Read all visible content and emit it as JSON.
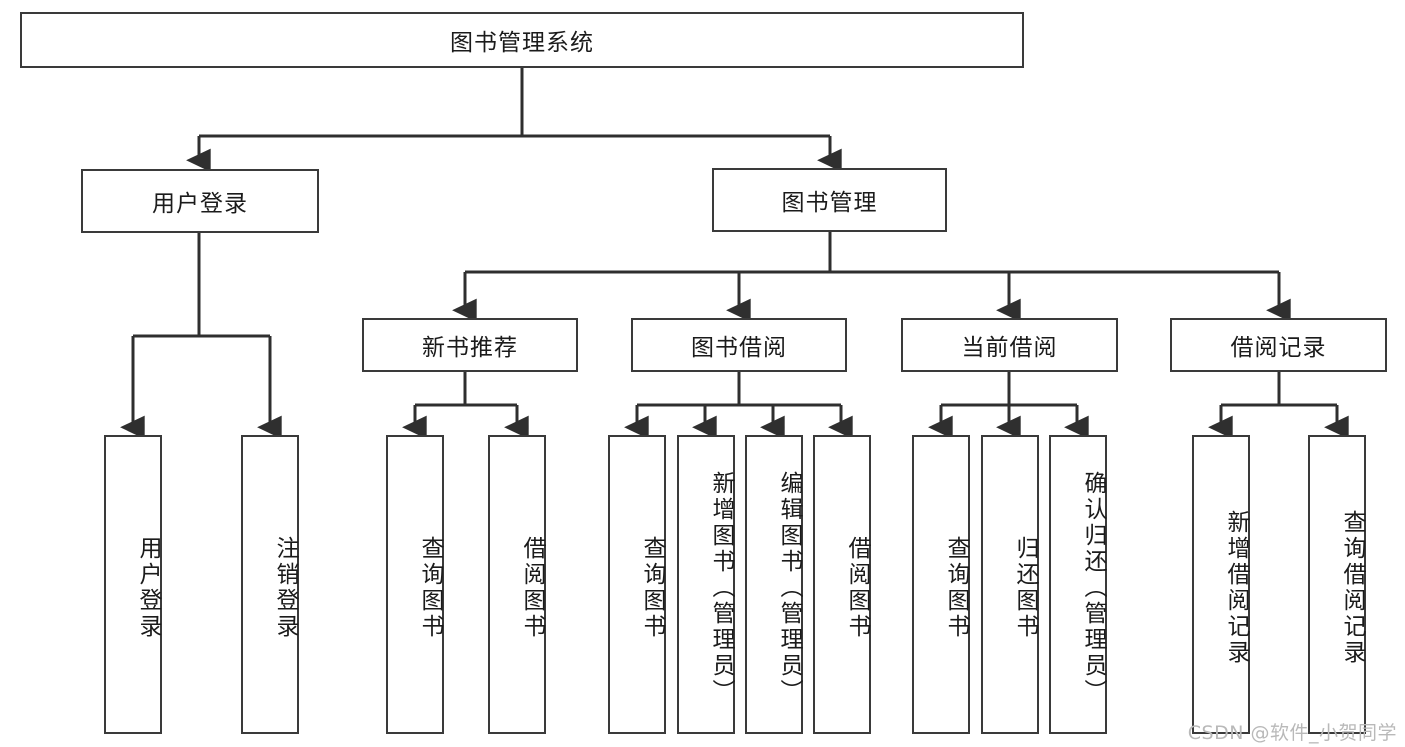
{
  "diagram": {
    "type": "tree-hierarchy-chart",
    "title": "图书管理系统",
    "watermark": "CSDN @软件_小贺同学",
    "colors": {
      "box_border": "#3a3a3a",
      "box_fill": "#ffffff",
      "link": "#2f2f2f",
      "text": "#1b1b1b",
      "watermark": "#b9b9b9",
      "background": "#ffffff"
    },
    "root": {
      "id": "root",
      "label": "图书管理系统"
    },
    "level2": [
      {
        "id": "user-login",
        "label": "用户登录"
      },
      {
        "id": "book-manage",
        "label": "图书管理"
      }
    ],
    "level3": [
      {
        "id": "new-book-rec",
        "label": "新书推荐"
      },
      {
        "id": "book-borrow",
        "label": "图书借阅"
      },
      {
        "id": "current-borrow",
        "label": "当前借阅"
      },
      {
        "id": "borrow-record",
        "label": "借阅记录"
      }
    ],
    "leaves": [
      {
        "id": "leaf-user-login",
        "label": "用户登录",
        "parent": "user-login"
      },
      {
        "id": "leaf-user-logout",
        "label": "注销登录",
        "parent": "user-login"
      },
      {
        "id": "leaf-query-book-1",
        "label": "查询图书",
        "parent": "new-book-rec"
      },
      {
        "id": "leaf-borrow-book-1",
        "label": "借阅图书",
        "parent": "new-book-rec"
      },
      {
        "id": "leaf-query-book-2",
        "label": "查询图书",
        "parent": "book-borrow"
      },
      {
        "id": "leaf-add-book",
        "label": "新增图书（管理员）",
        "parent": "book-borrow"
      },
      {
        "id": "leaf-edit-book",
        "label": "编辑图书（管理员）",
        "parent": "book-borrow"
      },
      {
        "id": "leaf-borrow-book-2",
        "label": "借阅图书",
        "parent": "book-borrow"
      },
      {
        "id": "leaf-query-book-3",
        "label": "查询图书",
        "parent": "current-borrow"
      },
      {
        "id": "leaf-return-book",
        "label": "归还图书",
        "parent": "current-borrow"
      },
      {
        "id": "leaf-confirm-return",
        "label": "确认归还（管理员）",
        "parent": "current-borrow"
      },
      {
        "id": "leaf-add-record",
        "label": "新增借阅记录",
        "parent": "borrow-record"
      },
      {
        "id": "leaf-query-record",
        "label": "查询借阅记录",
        "parent": "borrow-record"
      }
    ]
  }
}
